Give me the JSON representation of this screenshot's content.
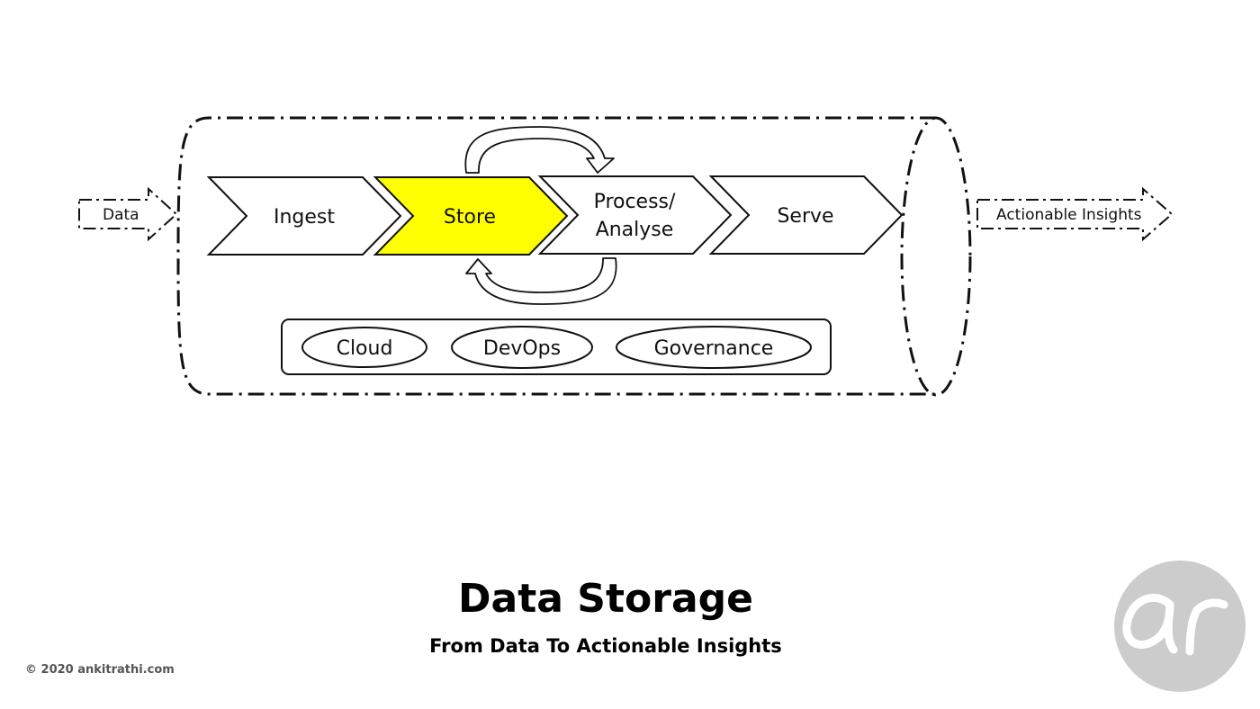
{
  "input_label": "Data",
  "output_label": "Actionable Insights",
  "stages": [
    {
      "label_lines": [
        "Ingest"
      ],
      "highlighted": false
    },
    {
      "label_lines": [
        "Store"
      ],
      "highlighted": true
    },
    {
      "label_lines": [
        "Process/",
        "Analyse"
      ],
      "highlighted": false
    },
    {
      "label_lines": [
        "Serve"
      ],
      "highlighted": false
    }
  ],
  "foundations": [
    "Cloud",
    "DevOps",
    "Governance"
  ],
  "title": "Data Storage",
  "subtitle": "From Data To Actionable Insights",
  "copyright": "©  2020  ankitrathi.com",
  "logo_text": "ar",
  "colors": {
    "highlight": "#ffff00",
    "stroke": "#111111",
    "logo_circle": "#cccccc",
    "logo_text": "#ffffff"
  }
}
